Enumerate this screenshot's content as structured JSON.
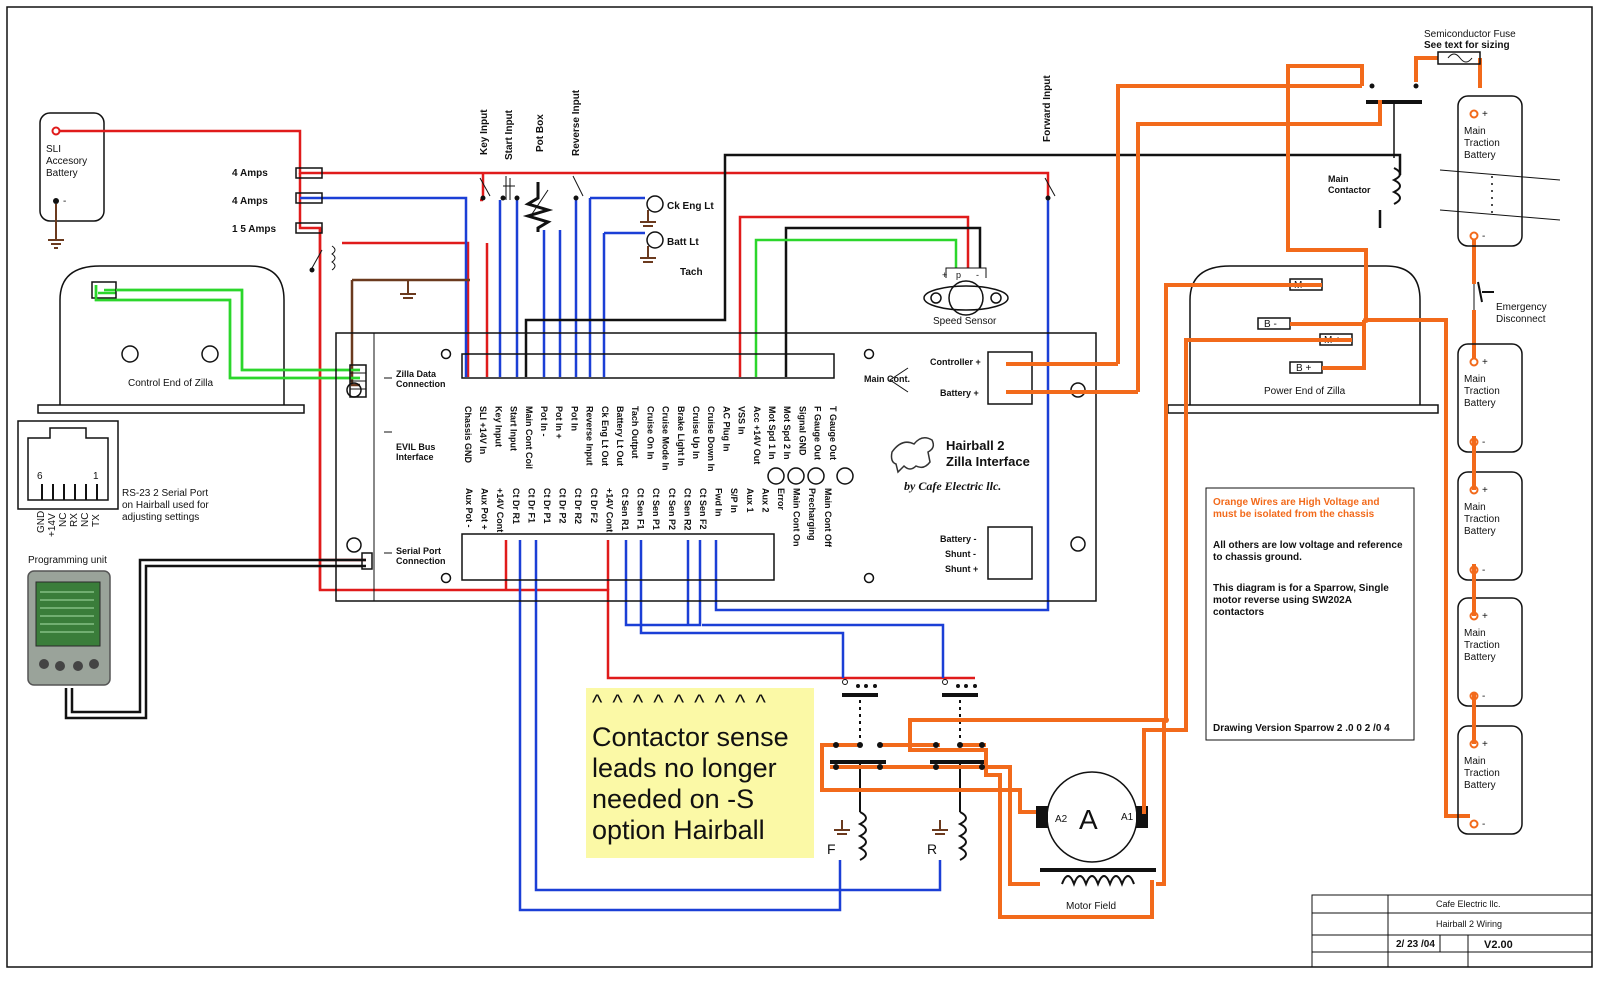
{
  "colors": {
    "red_wire": "#e01b1b",
    "blue_wire": "#1b3fd6",
    "green_wire": "#2bd62b",
    "black_wire": "#111111",
    "brown_wire": "#6b3a1e",
    "orange_wire": "#f26a1b",
    "sticky_note": "#fbf9a6"
  },
  "battery_sli": {
    "label_line1": "SLI",
    "label_line2": "Accesory",
    "label_line3": "Battery",
    "neg": "-"
  },
  "fuses": {
    "f1": "4 Amps",
    "f2": "4 Amps",
    "f3": "1 5 Amps"
  },
  "inputs": {
    "key": "Key Input",
    "start": "Start Input",
    "pot": "Pot Box",
    "reverse": "Reverse Input",
    "forward": "Forward Input",
    "ck_eng": "Ck Eng Lt",
    "batt_lt": "Batt Lt",
    "tach": "Tach"
  },
  "control_end": {
    "label": "Control End of Zilla"
  },
  "rs232": {
    "label_line1": "RS-23 2 Serial Port",
    "label_line2": "on Hairball used for",
    "label_line3": "adjusting settings",
    "pin6": "6",
    "pin1": "1",
    "pins": [
      "GND",
      "+14V",
      "NC",
      "RX",
      "NC",
      "TX"
    ]
  },
  "programming": {
    "label": "Programming unit"
  },
  "speed_sensor": {
    "label": "Speed Sensor",
    "plus": "+",
    "p": "p",
    "minus": "-"
  },
  "hairball": {
    "zilla_data_line1": "Zilla Data",
    "zilla_data_line2": "Connection",
    "evil_line1": "EVIL Bus",
    "evil_line2": "Interface",
    "serial_line1": "Serial Port",
    "serial_line2": "Connection",
    "main_cont": "Main Cont.",
    "controller_plus": "Controller +",
    "battery_plus": "Battery +",
    "battery_minus": "Battery -",
    "shunt_minus": "Shunt -",
    "shunt_plus": "Shunt +",
    "title_line1": "Hairball 2",
    "title_line2": "Zilla Interface",
    "byline": "by Cafe Electric llc.",
    "top_pins": [
      "Chassis GND",
      "SLI +14V In",
      "Key Input",
      "Start Input",
      "Main Cont Coil",
      "Pot In -",
      "Pot In +",
      "Pot In",
      "Reverse Input",
      "Ck Eng Lt Out",
      "Battery Lt Out",
      "Tach Output",
      "Cruise On In",
      "Cruise Mode In",
      "Brake Light In",
      "Cruise Up In",
      "Cruise Down In",
      "AC Plug In",
      "VSS In",
      "Acc +14V Out",
      "Mot Spd 1 In",
      "Mot Spd 2 In",
      "Signal GND",
      "F Gauge Out",
      "T Gauge Out"
    ],
    "bottom_pins": [
      "Aux Pot -",
      "Aux Pot +",
      "+14V Cont",
      "Ct Dr R1",
      "Ct Dr F1",
      "Ct Dr P1",
      "Ct Dr P2",
      "Ct Dr R2",
      "Ct Dr F2",
      "+14V Cont",
      "Ct Sen R1",
      "Ct Sen F1",
      "Ct Sen P1",
      "Ct Sen P2",
      "Ct Sen R2",
      "Ct Sen F2",
      "Fwd In",
      "S/P In",
      "Aux 1",
      "Aux 2",
      "Error",
      "Main Cont On",
      "Precharging",
      "Main Cont Off"
    ]
  },
  "sticky": {
    "carets": "^ ^ ^ ^ ^ ^ ^ ^ ^",
    "message": "Contactor sense leads no longer needed on -S option Hairball"
  },
  "contactors": {
    "f": "F",
    "r": "R"
  },
  "motor": {
    "a": "A",
    "a1": "A1",
    "a2": "A2",
    "field": "Motor Field"
  },
  "power_end": {
    "label": "Power End of Zilla",
    "m_minus": "M -",
    "b_minus": "B -",
    "m_plus": "M +",
    "b_plus": "B +"
  },
  "main_contactor": {
    "label_line1": "Main",
    "label_line2": "Contactor"
  },
  "fuse_hv": {
    "label_line1": "Semiconductor Fuse",
    "label_line2": "See text for sizing"
  },
  "traction_battery": {
    "line1": "Main",
    "line2": "Traction",
    "line3": "Battery",
    "plus": "+",
    "minus": "-"
  },
  "emergency": {
    "line1": "Emergency",
    "line2": "Disconnect"
  },
  "notes": {
    "orange_line1": "Orange Wires are High Voltage and",
    "orange_line2": "must be isolated from the chassis",
    "low_line1": "All others are low voltage and reference",
    "low_line2": "to chassis ground.",
    "sparrow_line1": "This diagram is for a Sparrow, Single",
    "sparrow_line2": "motor reverse using SW202A",
    "sparrow_line3": "contactors",
    "version": "Drawing Version Sparrow 2 .0 0 2 /0 4"
  },
  "titleblock": {
    "company": "Cafe Electric llc.",
    "title": "Hairball 2 Wiring",
    "date": "2/ 23 /04",
    "version": "V2.00"
  }
}
